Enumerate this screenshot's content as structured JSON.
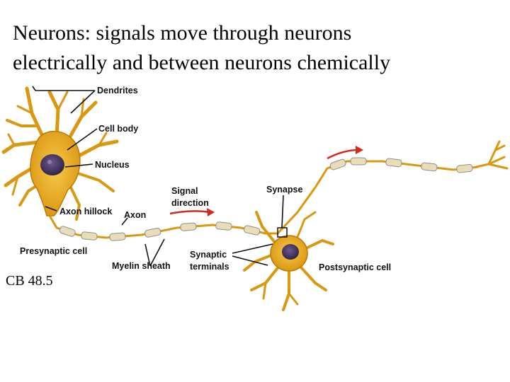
{
  "title": {
    "line1": "Neurons:  signals move through neurons",
    "line2": "electrically and between neurons chemically"
  },
  "caption": "CB 48.5",
  "labels": {
    "dendrites": "Dendrites",
    "cell_body": "Cell body",
    "nucleus": "Nucleus",
    "axon_hillock": "Axon hillock",
    "axon": "Axon",
    "signal_direction_1": "Signal",
    "signal_direction_2": "direction",
    "synapse": "Synapse",
    "presynaptic_cell": "Presynaptic cell",
    "myelin_sheath": "Myelin sheath",
    "synaptic_terminals_1": "Synaptic",
    "synaptic_terminals_2": "terminals",
    "postsynaptic_cell": "Postsynaptic cell"
  },
  "colors": {
    "cell": "#e8ad1a",
    "cell_dark": "#b97a08",
    "nucleus": "#4a3a6a",
    "myelin": "#e9dcb8",
    "myelin_edge": "#8f8f8f",
    "arrow": "#d12a1e"
  }
}
